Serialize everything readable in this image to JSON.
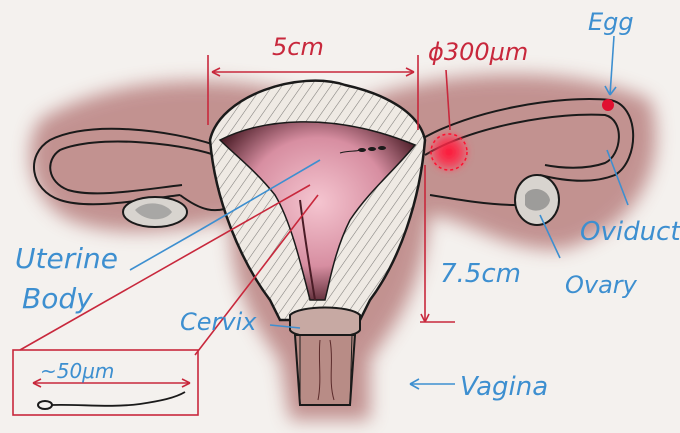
{
  "diagram": {
    "colors": {
      "ink": "#1a1a1a",
      "tissue_shadow": "#8e3a3a",
      "tissue_light": "#e9c9c6",
      "inner_pink": "#f0b3c2",
      "label_blue": "#3d8fd0",
      "measure_red": "#c8283c",
      "egg_red": "#e01030"
    },
    "labels": {
      "width_measure": "5cm",
      "height_measure": "7.5cm",
      "egg_diameter": "ϕ300μm",
      "egg": "Egg",
      "oviduct": "Oviduct",
      "ovary": "Ovary",
      "uterine_body_line1": "Uterine",
      "uterine_body_line2": "Body",
      "cervix": "Cervix",
      "vagina": "Vagina",
      "sperm_length": "~50μm"
    }
  }
}
